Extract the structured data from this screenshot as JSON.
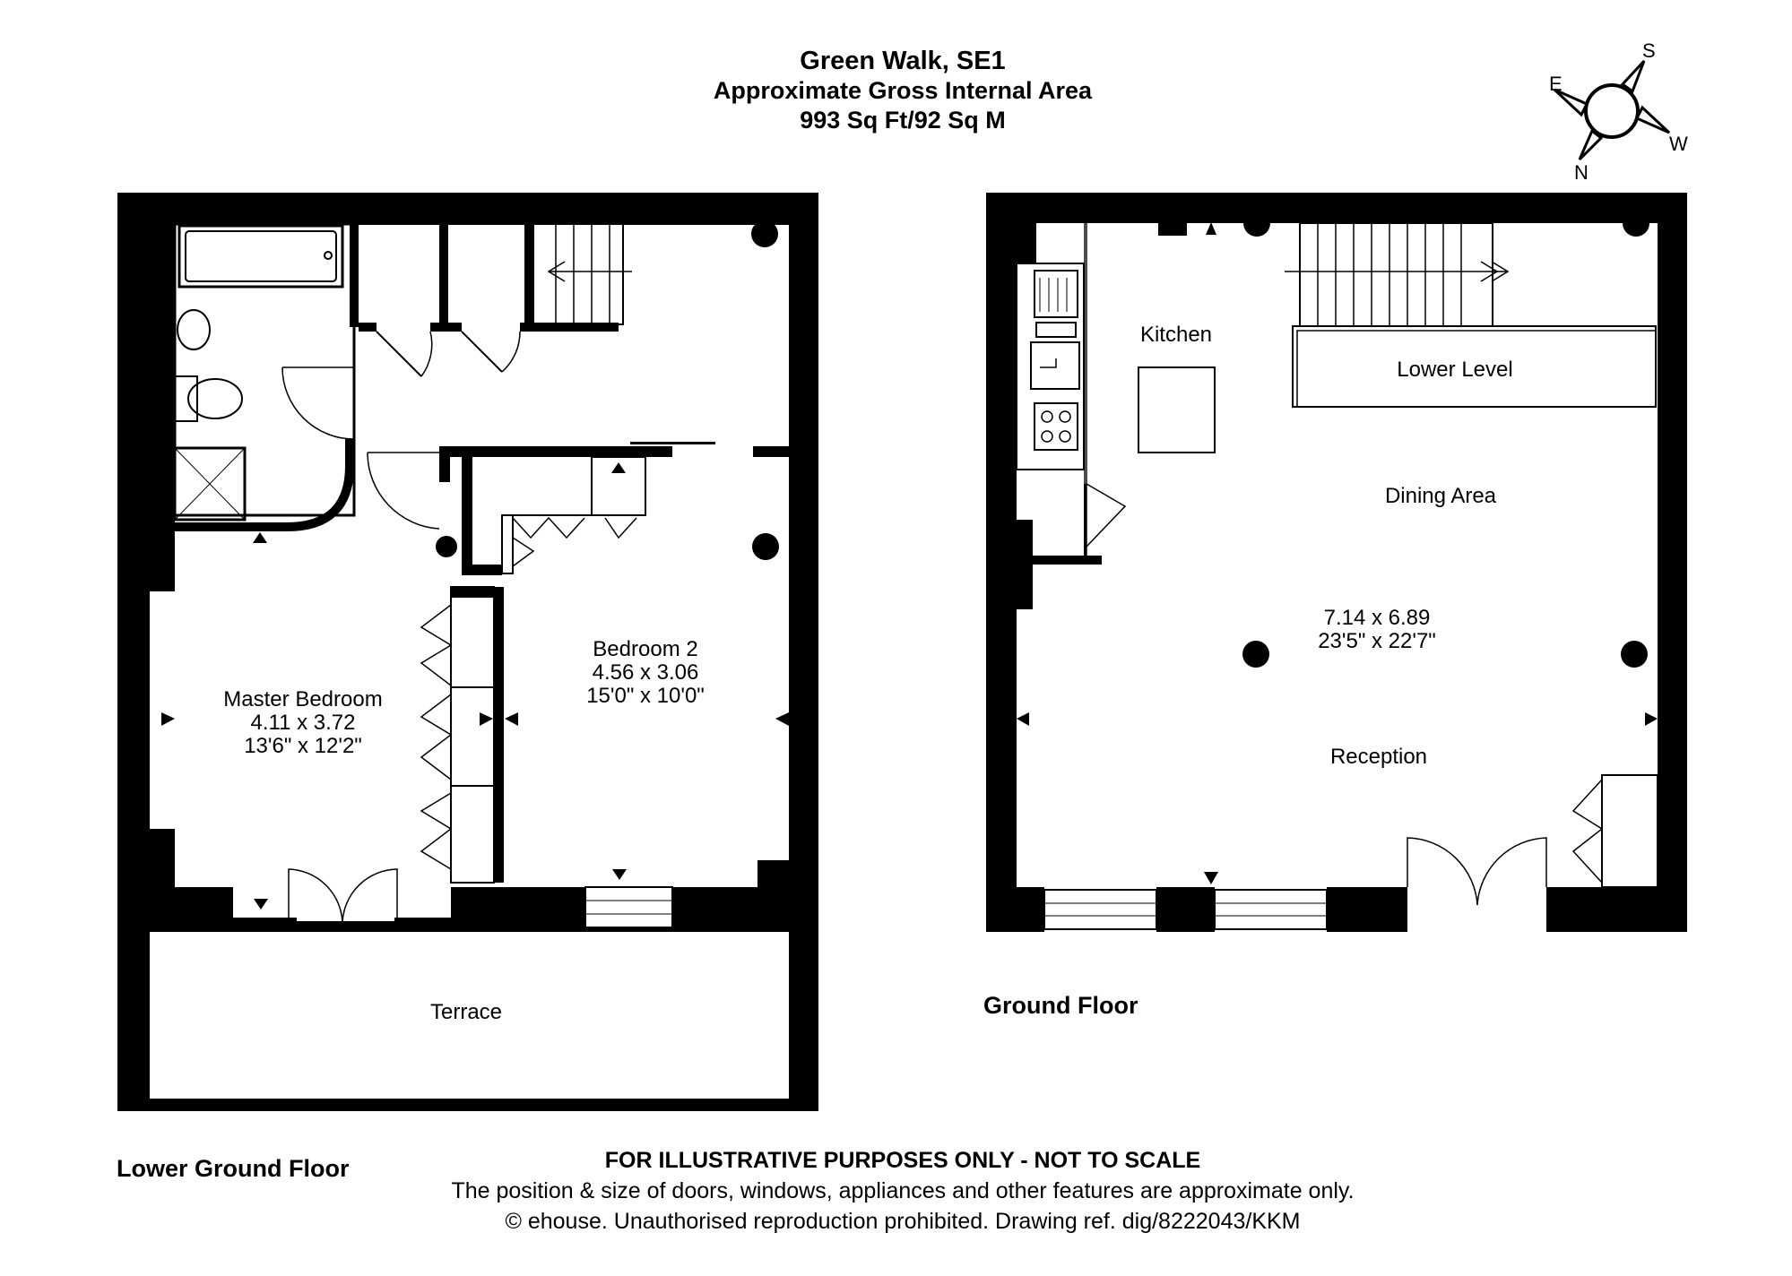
{
  "header": {
    "title": "Green Walk, SE1",
    "subtitle": "Approximate Gross Internal Area",
    "area": "993 Sq Ft/92 Sq M"
  },
  "compass": {
    "n": "N",
    "s": "S",
    "e": "E",
    "w": "W"
  },
  "lower_ground": {
    "label": "Lower Ground Floor",
    "master_bedroom": {
      "name": "Master Bedroom",
      "metric": "4.11 x 3.72",
      "imperial": "13'6\" x 12'2\""
    },
    "bedroom2": {
      "name": "Bedroom 2",
      "metric": "4.56 x 3.06",
      "imperial": "15'0\" x 10'0\""
    },
    "terrace": "Terrace"
  },
  "ground": {
    "label": "Ground Floor",
    "kitchen": "Kitchen",
    "lower_level": "Lower Level",
    "dining": "Dining Area",
    "metric": "7.14 x 6.89",
    "imperial": "23'5\" x 22'7\"",
    "reception": "Reception"
  },
  "footer": {
    "disclaimer": "FOR ILLUSTRATIVE PURPOSES ONLY - NOT TO SCALE",
    "note": "The position & size of doors, windows, appliances and other features are approximate only.",
    "copyright": "© ehouse. Unauthorised reproduction prohibited. Drawing ref. dig/8222043/KKM"
  },
  "colors": {
    "wall": "#000000",
    "background": "#ffffff"
  }
}
